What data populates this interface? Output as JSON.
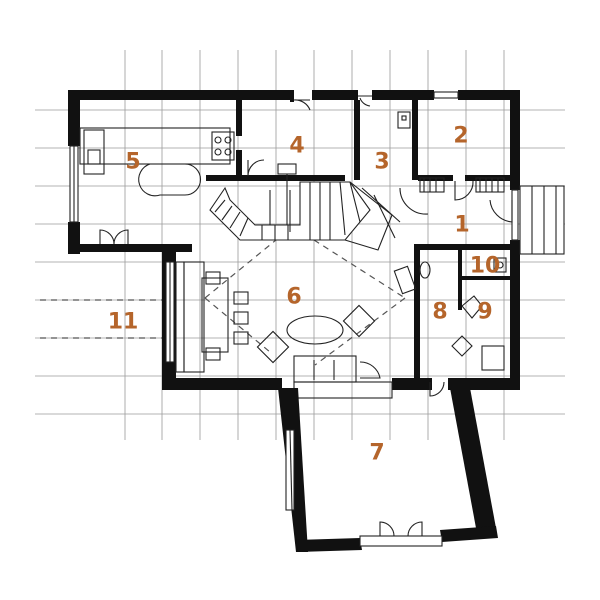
{
  "colors": {
    "label": "#b5652b",
    "wall": "#111111",
    "grid": "#9a9a9a"
  },
  "rooms": [
    {
      "id": "r5",
      "label": "5"
    },
    {
      "id": "r4",
      "label": "4"
    },
    {
      "id": "r3",
      "label": "3"
    },
    {
      "id": "r2",
      "label": "2"
    },
    {
      "id": "r1",
      "label": "1"
    },
    {
      "id": "r10",
      "label": "10"
    },
    {
      "id": "r6",
      "label": "6"
    },
    {
      "id": "r11",
      "label": "11"
    },
    {
      "id": "r8",
      "label": "8"
    },
    {
      "id": "r9",
      "label": "9"
    },
    {
      "id": "r7",
      "label": "7"
    }
  ]
}
